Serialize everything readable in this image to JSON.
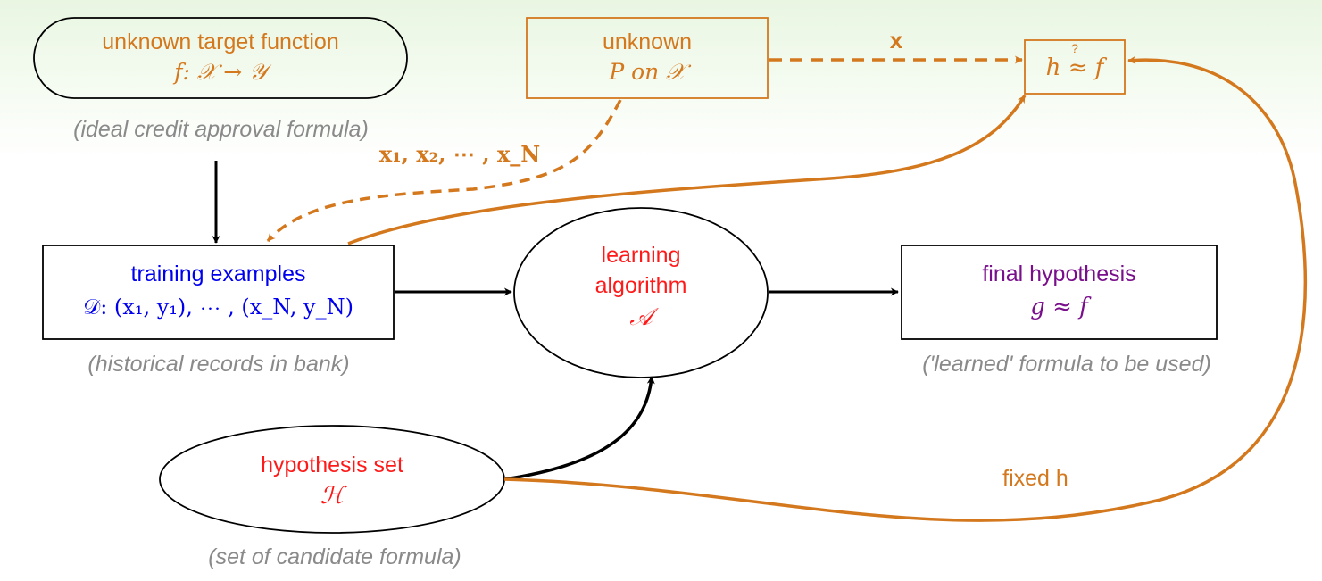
{
  "nodes": {
    "target": {
      "title": "unknown target function",
      "formula": "f: 𝒳 → 𝒴",
      "note": "(ideal credit approval formula)"
    },
    "distribution": {
      "line1": "unknown",
      "line2": "P on 𝒳"
    },
    "approx": {
      "formula": "h ≈ f",
      "question": "?"
    },
    "training": {
      "title": "training examples",
      "formula": "𝒟: (x₁, y₁), ⋯ , (x_N, y_N)",
      "note": "(historical records in bank)"
    },
    "algorithm": {
      "line1": "learning",
      "line2": "algorithm",
      "symbol": "𝒜"
    },
    "final": {
      "title": "final hypothesis",
      "formula": "g ≈ f",
      "note": "('learned' formula to be used)"
    },
    "hypothesis": {
      "title": "hypothesis set",
      "symbol": "ℋ",
      "note": "(set of candidate formula)"
    }
  },
  "edge_labels": {
    "x": "x",
    "samples": "x₁, x₂, ⋯ , x_N",
    "fixed_h": "fixed h"
  },
  "colors": {
    "orange": "#d4781e",
    "blue": "#0000ee",
    "red": "#ff1a1a",
    "purple": "#7a0f8c",
    "note_gray": "#8a8a8a"
  }
}
